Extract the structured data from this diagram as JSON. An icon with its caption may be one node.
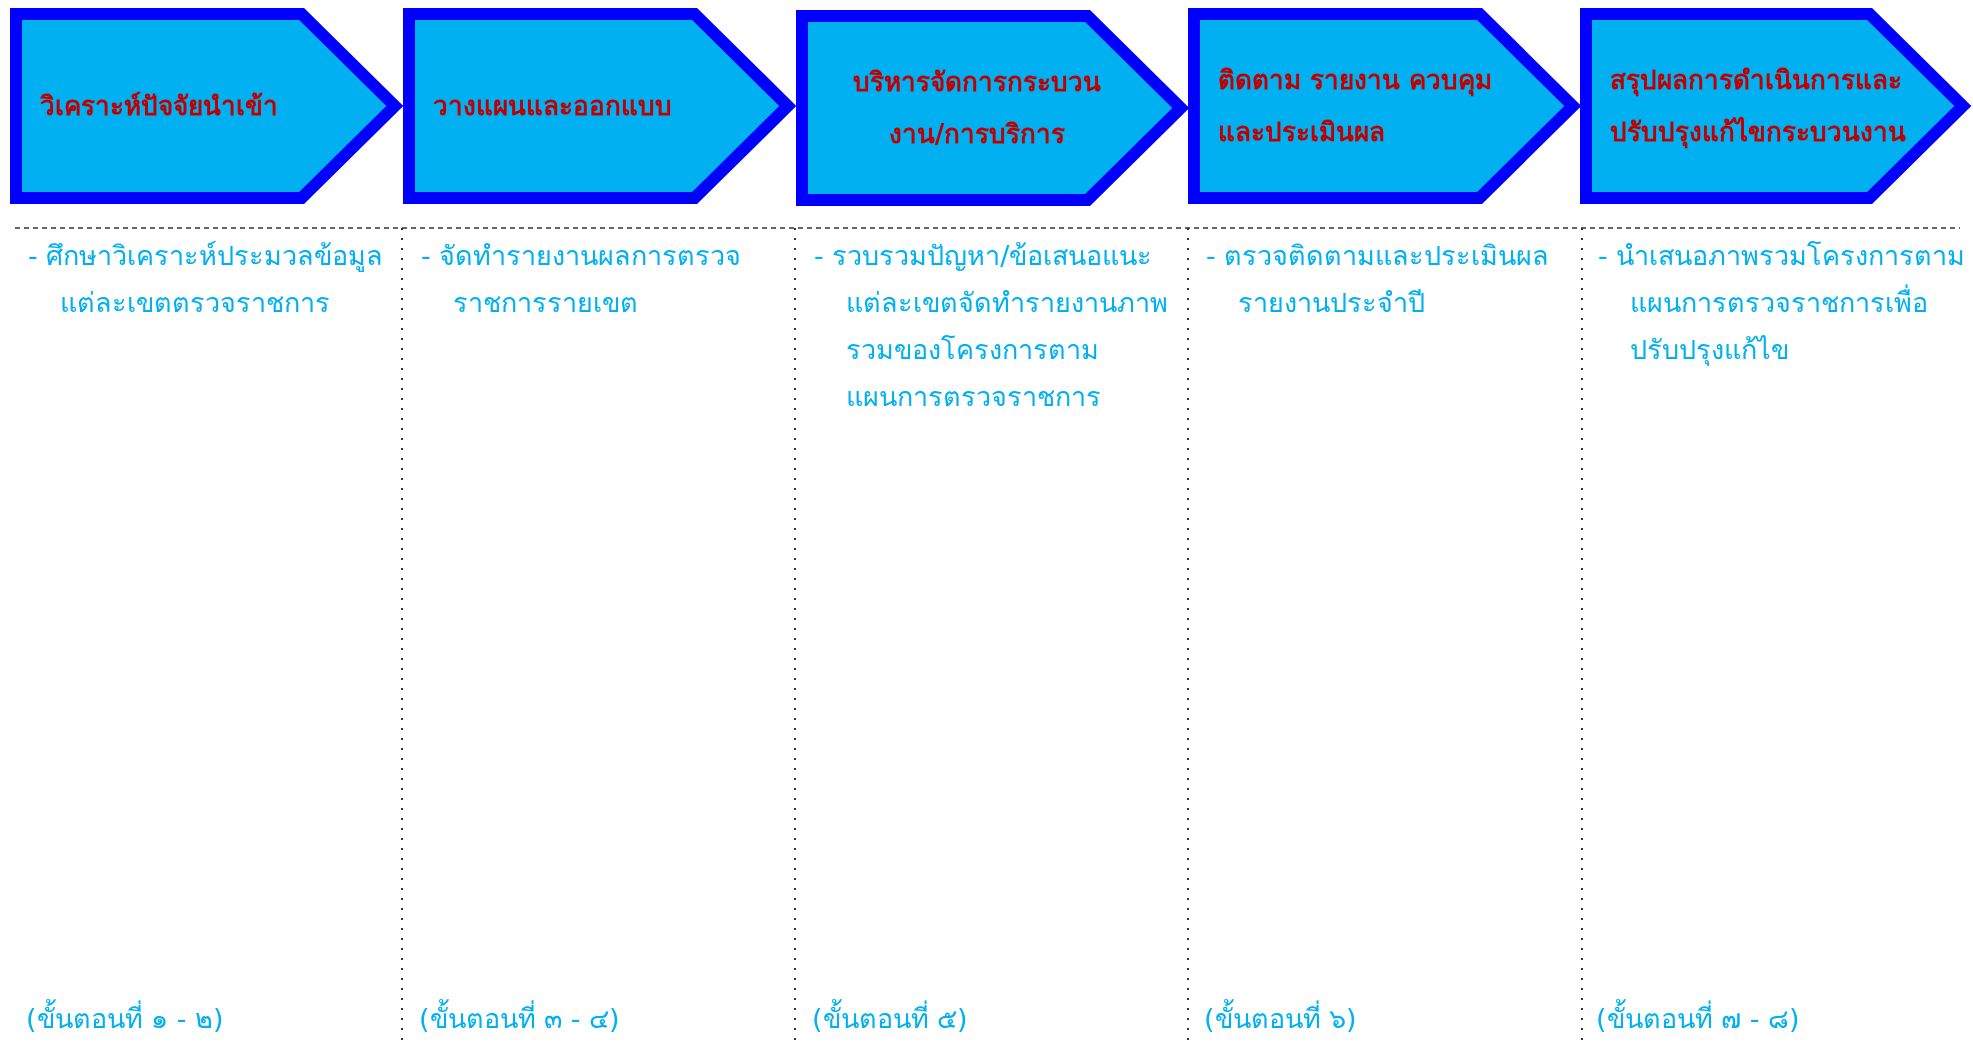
{
  "diagram": {
    "nodes": [
      {
        "text": [
          "วิเคราะห์ปัจจัยนำเข้า"
        ],
        "beside": [
          "- ศึกษาวิเคราะห์ประมวลข้อมูลแต่ละเขตตรวจราชการ"
        ]
      },
      {
        "text": [
          "วางแผนและออกแบบ"
        ],
        "beside": [
          "- จัดทำรายงานผลการตรวจราชการรายเขต"
        ]
      },
      {
        "text": [
          "บริหารจัดการกระบวนงาน/การบริการ"
        ],
        "beside": [
          "- รวบรวมปัญหา/ข้อเสนอแนะแต่ละเขตจัดทำรายงานภาพรวมของโครงการตามแผนการตรวจราชการ"
        ]
      },
      {
        "text": [
          "ติดตาม รายงาน ควบคุม และประเมินผล"
        ],
        "beside": [
          "- ตรวจติดตามและประเมินผลรายงานประจำปี"
        ]
      },
      {
        "text": [
          "สรุปผลการดำเนินการและปรับปรุงแก้ไขกระบวนงาน"
        ],
        "beside": [
          "- นำเสนอภาพรวมโครงการตามแผนการตรวจราชการเพื่อปรับปรุงแก้ไข"
        ]
      }
    ],
    "edges": [],
    "labels": [
      "(ขั้นตอนที่ ๑ - ๒)",
      "(ขั้นตอนที่ ๓ - ๔)",
      "(ขั้นตอนที่ ๕)",
      "(ขั้นตอนที่ ๖)",
      "(ขั้นตอนที่ ๗ - ๘)"
    ]
  }
}
